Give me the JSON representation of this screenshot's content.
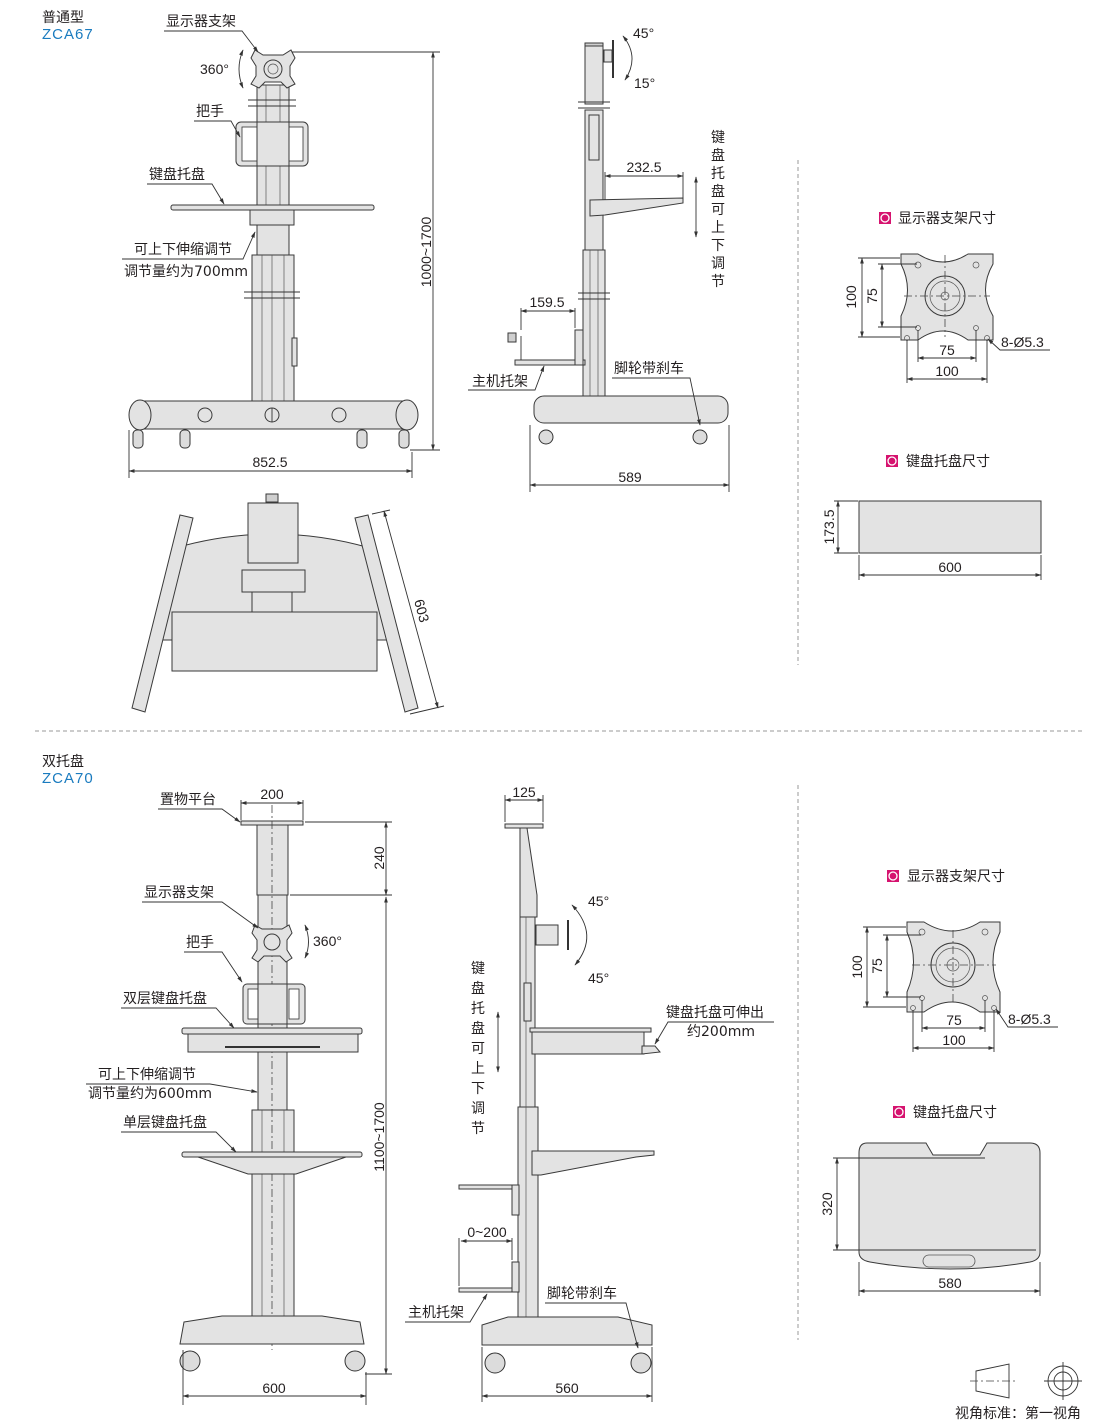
{
  "sections": [
    {
      "name": "普通型",
      "model": "ZCA67",
      "front_view": {
        "labels": {
          "monitor_mount": "显示器支架",
          "rotation": "360°",
          "handle": "把手",
          "keyboard_tray": "键盘托盘",
          "telescopic_1": "可上下伸缩调节",
          "telescopic_2": "调节量约为700mm"
        },
        "dims": {
          "height": "1000~1700",
          "width": "852.5"
        }
      },
      "side_view": {
        "labels": {
          "tilt_up": "45°",
          "tilt_down": "15°",
          "tray_adjust": [
            "键",
            "盘",
            "托",
            "盘",
            "可",
            "上",
            "下",
            "调",
            "节"
          ],
          "host_bracket": "主机托架",
          "caster_brake": "脚轮带刹车"
        },
        "dims": {
          "tray_depth": "232.5",
          "host_depth": "159.5",
          "depth": "589"
        }
      },
      "top_view": {
        "dims": {
          "leg_length": "603"
        }
      },
      "detail_mount": {
        "title": "显示器支架尺寸",
        "dims": {
          "outer_v": "100",
          "inner_v": "75",
          "inner_h": "75",
          "outer_h": "100",
          "holes": "8-Ø5.3"
        }
      },
      "detail_tray": {
        "title": "键盘托盘尺寸",
        "dims": {
          "height": "173.5",
          "width": "600"
        }
      }
    },
    {
      "name": "双托盘",
      "model": "ZCA70",
      "front_view": {
        "labels": {
          "platform": "置物平台",
          "monitor_mount": "显示器支架",
          "rotation": "360°",
          "handle": "把手",
          "double_tray": "双层键盘托盘",
          "telescopic_1": "可上下伸缩调节",
          "telescopic_2": "调节量约为600mm",
          "single_tray": "单层键盘托盘"
        },
        "dims": {
          "platform_width": "200",
          "platform_height": "240",
          "height": "1100~1700",
          "width": "600"
        }
      },
      "side_view": {
        "labels": {
          "tilt_up": "45°",
          "tilt_down": "45°",
          "tray_adjust": [
            "键",
            "盘",
            "托",
            "盘",
            "可",
            "上",
            "下",
            "调",
            "节"
          ],
          "tray_extend_1": "键盘托盘可伸出",
          "tray_extend_2": "约200mm",
          "host_bracket": "主机托架",
          "caster_brake": "脚轮带刹车"
        },
        "dims": {
          "platform_depth": "125",
          "host_range": "0~200",
          "depth": "560"
        }
      },
      "detail_mount": {
        "title": "显示器支架尺寸",
        "dims": {
          "outer_v": "100",
          "inner_v": "75",
          "inner_h": "75",
          "outer_h": "100",
          "holes": "8-Ø5.3"
        }
      },
      "detail_tray": {
        "title": "键盘托盘尺寸",
        "dims": {
          "height": "320",
          "width": "580"
        }
      }
    }
  ],
  "footer": {
    "projection_label": "视角标准：第一视角"
  },
  "colors": {
    "model_text": "#1a7bbf",
    "bullet": "#d6136f",
    "part_fill": "#e3e3e3",
    "divider": "#9a9a9a"
  }
}
